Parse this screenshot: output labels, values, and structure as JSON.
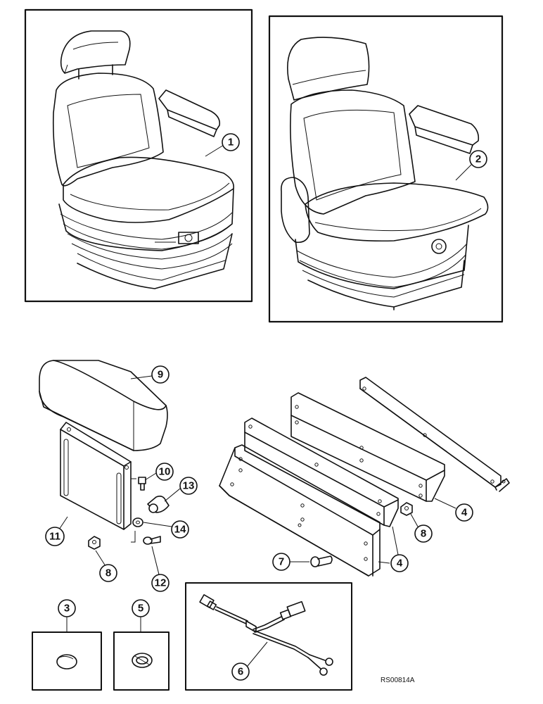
{
  "callouts": {
    "c1": "1",
    "c2": "2",
    "c3": "3",
    "c4a": "4",
    "c4b": "4",
    "c5": "5",
    "c6": "6",
    "c7": "7",
    "c8a": "8",
    "c8b": "8",
    "c9": "9",
    "c10": "10",
    "c11": "11",
    "c12": "12",
    "c13": "13",
    "c14": "14"
  },
  "drawing_code": "RS00814A",
  "parts": {
    "seat_1": "seat",
    "seat_2": "seat",
    "armrest_9": "armrest",
    "bracket_11": "bracket",
    "rails_4": "mounting rails",
    "harness_6": "wiring harness",
    "plug_3": "plug",
    "grommet_5": "grommet"
  }
}
